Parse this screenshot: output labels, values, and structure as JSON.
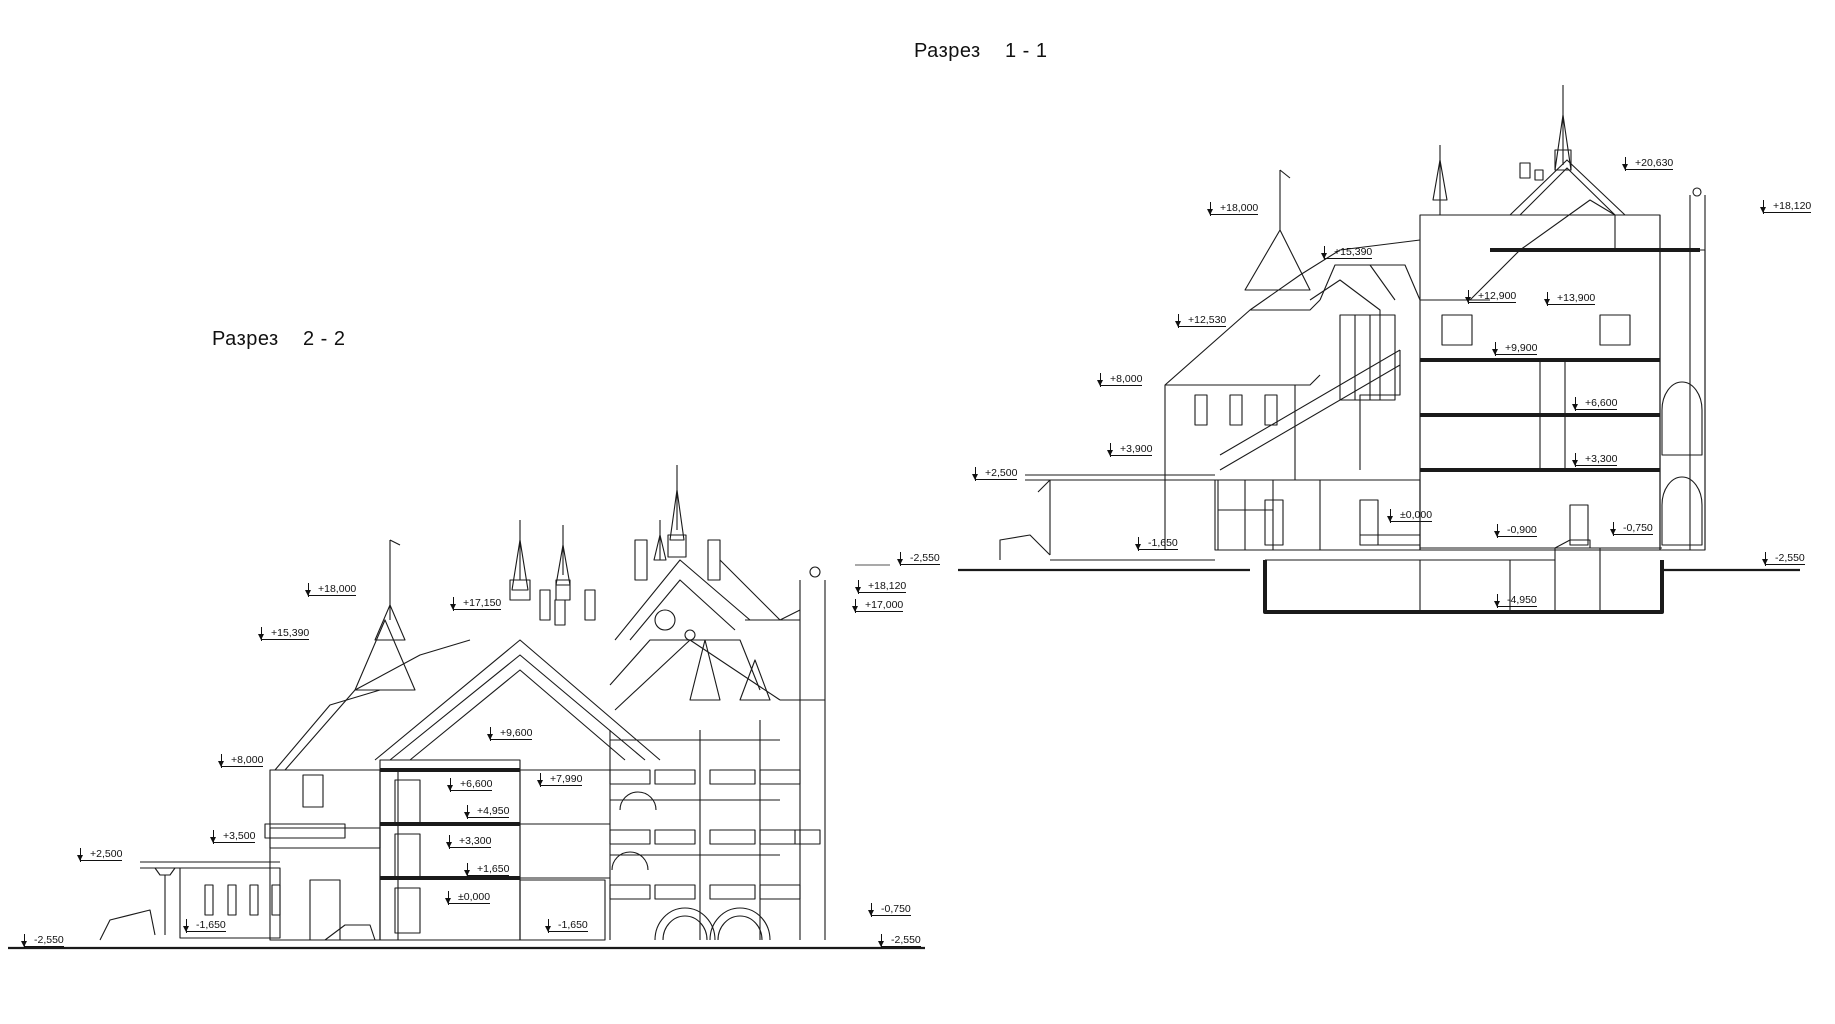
{
  "titles": {
    "section_1": "Разрез    1 - 1",
    "section_2": "Разрез    2 - 2"
  },
  "section_1_marks": [
    "+20,630",
    "+18,120",
    "+18,000",
    "+15,390",
    "+12,530",
    "+13,900",
    "+12,900",
    "+9,900",
    "+8,000",
    "+6,600",
    "+3,900",
    "+3,300",
    "+2,500",
    "±0,000",
    "-0,900",
    "-0,750",
    "-1,650",
    "-2,550",
    "-2,550",
    "-4,950"
  ],
  "section_2_marks": [
    "+18,000",
    "+17,150",
    "+18,120",
    "+17,000",
    "+15,390",
    "+9,600",
    "+8,000",
    "+7,990",
    "+6,600",
    "+4,950",
    "+3,500",
    "+3,300",
    "+2,500",
    "+1,650",
    "±0,000",
    "-1,650",
    "-1,650",
    "-0,750",
    "-2,550",
    "-2,550"
  ]
}
